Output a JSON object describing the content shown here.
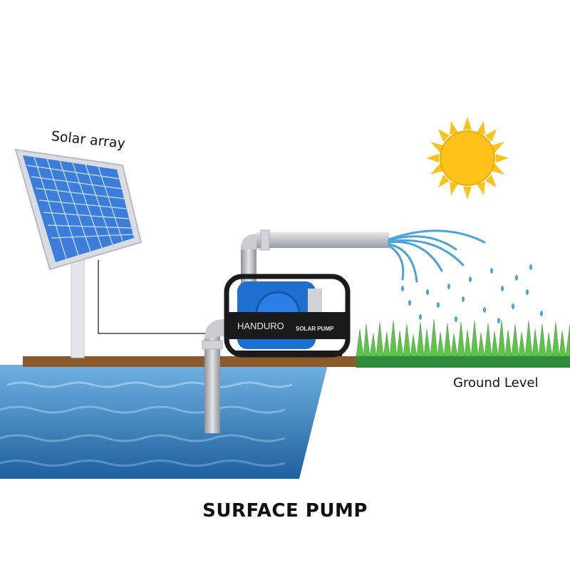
{
  "labels": {
    "solar_array": "Solar array",
    "ground_level": "Ground Level",
    "title": "SURFACE PUMP",
    "pump_brand": "HANDURO",
    "pump_tag": "SOLAR PUMP"
  },
  "colors": {
    "sky": "#ffffff",
    "water": "#2f7fc0",
    "water_light": "#6fb1e0",
    "ground_board": "#8b5a2b",
    "grass_strip": "#2e8b3d",
    "grass": "#5fc24a",
    "panel_cell": "#3b7dd8",
    "panel_frame": "#d9dde3",
    "pipe": "#b9bcc0",
    "pump_body": "#1f6fd1",
    "pump_frame": "#1a1a1a",
    "sun": "#ffc21a",
    "spray": "#4aa3dd",
    "wire": "#222222"
  }
}
